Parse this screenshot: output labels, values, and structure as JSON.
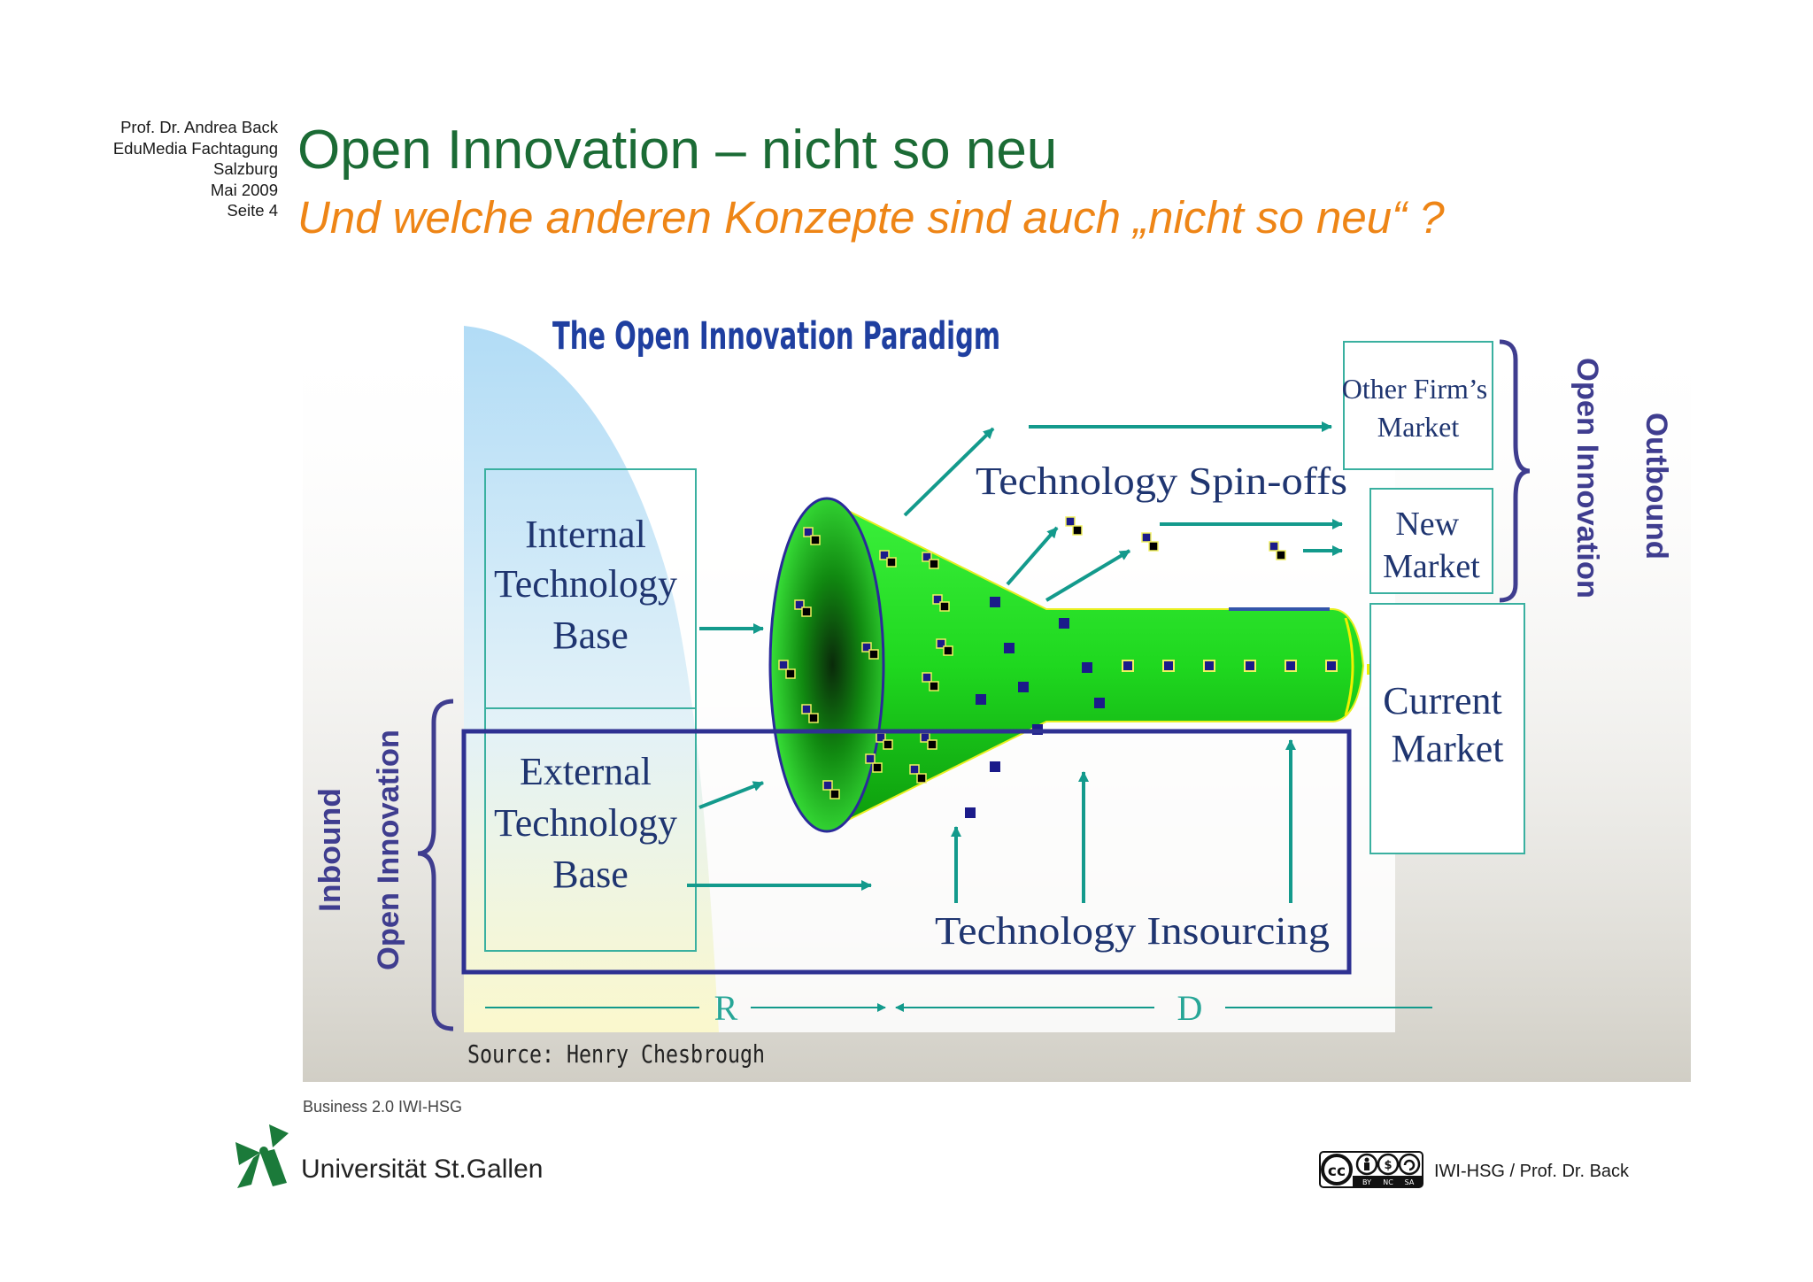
{
  "slide": {
    "meta": [
      "Prof. Dr. Andrea Back",
      "EduMedia Fachtagung",
      "Salzburg",
      "Mai 2009",
      "Seite 4"
    ],
    "title": "Open Innovation – nicht so neu",
    "subtitle": "Und welche anderen Konzepte sind auch „nicht so neu“ ?"
  },
  "diagram": {
    "heading": "The Open Innovation Paradigm",
    "internal_base": [
      "Internal",
      "Technology",
      "Base"
    ],
    "external_base": [
      "External",
      "Technology",
      "Base"
    ],
    "spin_offs": "Technology Spin-offs",
    "insourcing": "Technology Insourcing",
    "other_market": [
      "Other Firm’s",
      "Market"
    ],
    "new_market": [
      "New",
      "Market"
    ],
    "current_market": [
      "Current",
      "Market"
    ],
    "outbound": [
      "Outbound",
      "Open Innovation"
    ],
    "inbound": [
      "Inbound",
      "Open Innovation"
    ],
    "axis_r": "R",
    "axis_d": "D",
    "source": "Source: Henry Chesbrough",
    "colors": {
      "funnel": "#22dd22",
      "arrow": "#139a8c",
      "text_box": "#1f3570",
      "frame": "#2e3192",
      "brace": "#3f3d8f"
    }
  },
  "footer": {
    "course": "Business 2.0 IWI-HSG",
    "university": "Universität St.Gallen",
    "license": [
      "BY",
      "NC",
      "SA"
    ],
    "author": "IWI-HSG / Prof. Dr. Back"
  }
}
